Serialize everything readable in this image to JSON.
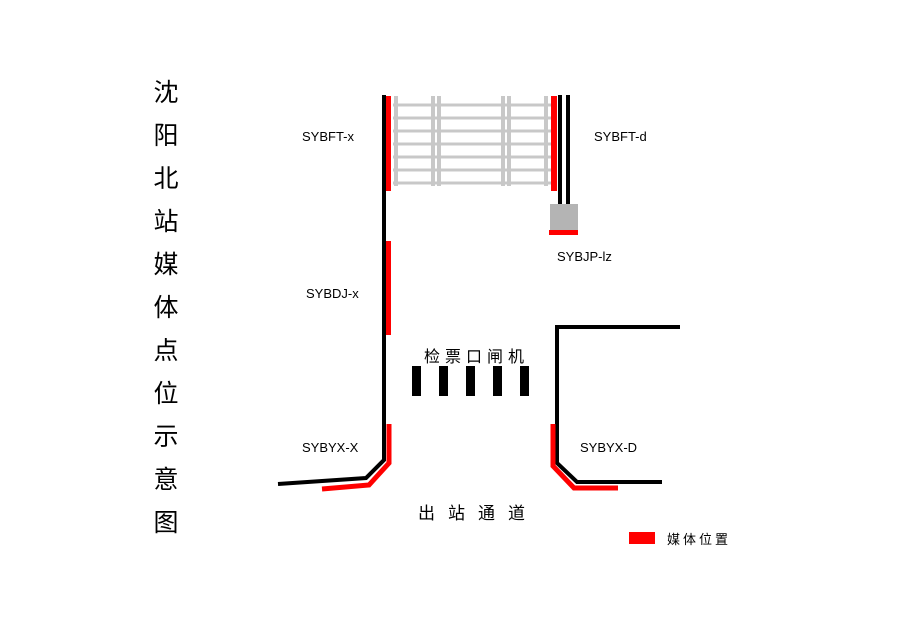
{
  "title_chars": [
    "沈",
    "阳",
    "北",
    "站",
    "媒",
    "体",
    "点",
    "位",
    "示",
    "意",
    "图"
  ],
  "labels": {
    "sybft_x": "SYBFT-x",
    "sybft_d": "SYBFT-d",
    "sybjp_lz": "SYBJP-lz",
    "sybdj_x": "SYBDJ-x",
    "sybyx_x": "SYBYX-X",
    "sybyx_d": "SYBYX-D",
    "gate": "检票口闸机",
    "exit": "出站通道"
  },
  "legend": {
    "text": "媒体位置",
    "color": "#ff0000"
  },
  "colors": {
    "wall": "#000000",
    "media": "#ff0000",
    "escalator": "#c8c8c8",
    "kiosk": "#b4b4b4"
  }
}
